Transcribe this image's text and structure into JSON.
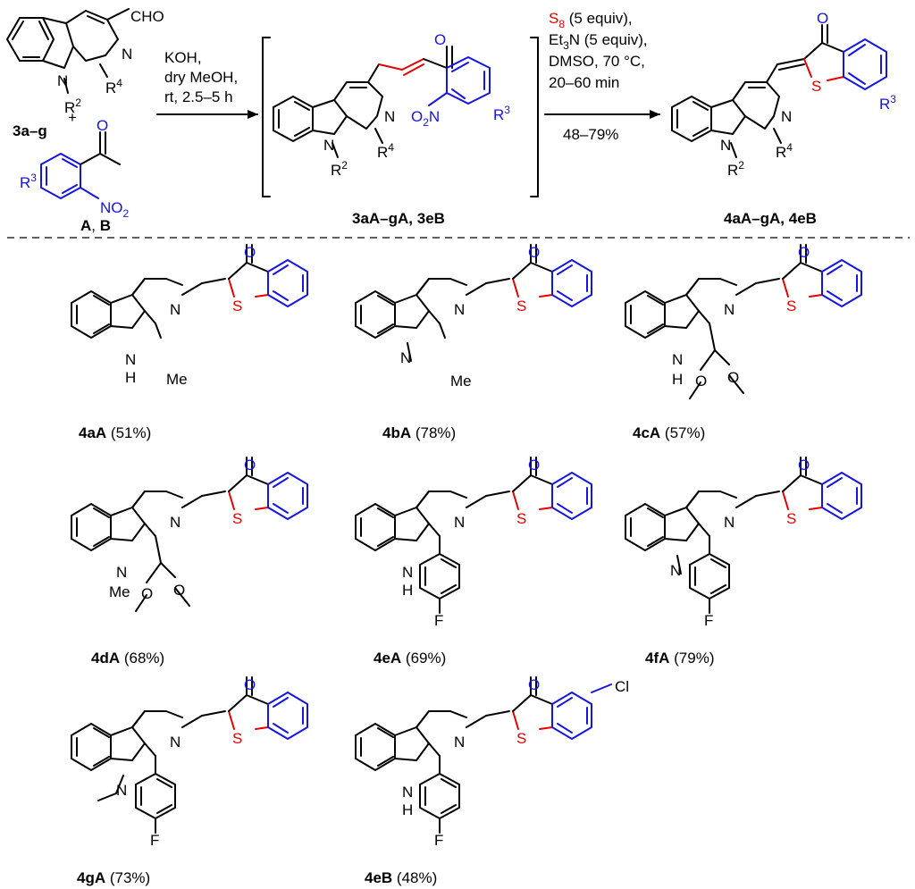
{
  "scheme": {
    "start_material": {
      "label": "3a–g",
      "atoms": {
        "cho": "CHO",
        "n_ring": "N",
        "n_h": "N",
        "r2": "R",
        "r2_sup": "2",
        "r4": "R",
        "r4_sup": "4"
      }
    },
    "plus": "+",
    "reagent": {
      "label_a": "A",
      "label_sep": ", ",
      "label_b": "B",
      "atoms": {
        "o": "O",
        "no2": "NO",
        "no2_sub": "2",
        "r3": "R",
        "r3_sup": "3"
      }
    },
    "step1_conditions": [
      "KOH,",
      "dry MeOH,",
      "rt, 2.5–5 h"
    ],
    "intermediate": {
      "label": "3aA–gA, 3eB",
      "atoms": {
        "o": "O",
        "n_ring": "N",
        "n_h": "N",
        "no2": "O",
        "no2_sub": "2",
        "no2_n": "N",
        "r3": "R",
        "r3_sup": "3",
        "r2": "R",
        "r2_sup": "2",
        "r4": "R",
        "r4_sup": "4"
      }
    },
    "step2_conditions": {
      "s8": "S",
      "s8_sub": "8",
      "s8_rest": " (5 equiv),",
      "et3n_a": "Et",
      "et3n_sub": "3",
      "et3n_b": "N (5 equiv),",
      "line3": "DMSO, 70 °C,",
      "line4": "20–60 min",
      "yield": "48–79%"
    },
    "product": {
      "label": "4aA–gA, 4eB",
      "atoms": {
        "o": "O",
        "s": "S",
        "n_ring": "N",
        "n_h": "N",
        "r3": "R",
        "r3_sup": "3",
        "r2": "R",
        "r2_sup": "2",
        "r4": "R",
        "r4_sup": "4"
      }
    },
    "examples": [
      {
        "id": "4aA",
        "yield": " (51%)",
        "n_label": "N",
        "nh_label": "N",
        "nh_h": "H",
        "r1": "Me",
        "o": "O",
        "s": "S"
      },
      {
        "id": "4bA",
        "yield": " (78%)",
        "n_label": "N",
        "nh_label": "N",
        "r1": "Me",
        "o": "O",
        "s": "S"
      },
      {
        "id": "4cA",
        "yield": " (57%)",
        "n_label": "N",
        "nh_label": "N",
        "nh_h": "H",
        "o1": "O",
        "o2": "O",
        "o": "O",
        "s": "S"
      },
      {
        "id": "4dA",
        "yield": " (68%)",
        "n_label": "N",
        "nh_label": "N",
        "nme": "Me",
        "o1": "O",
        "o2": "O",
        "o": "O",
        "s": "S"
      },
      {
        "id": "4eA",
        "yield": " (69%)",
        "n_label": "N",
        "nh_label": "N",
        "nh_h": "H",
        "f": "F",
        "o": "O",
        "s": "S"
      },
      {
        "id": "4fA",
        "yield": " (79%)",
        "n_label": "N",
        "nh_label": "N",
        "f": "F",
        "o": "O",
        "s": "S"
      },
      {
        "id": "4gA",
        "yield": " (73%)",
        "n_label": "N",
        "nh_label": "N",
        "f": "F",
        "o": "O",
        "s": "S"
      },
      {
        "id": "4eB",
        "yield": " (48%)",
        "n_label": "N",
        "nh_label": "N",
        "nh_h": "H",
        "f": "F",
        "o": "O",
        "s": "S",
        "cl": "Cl"
      }
    ]
  }
}
